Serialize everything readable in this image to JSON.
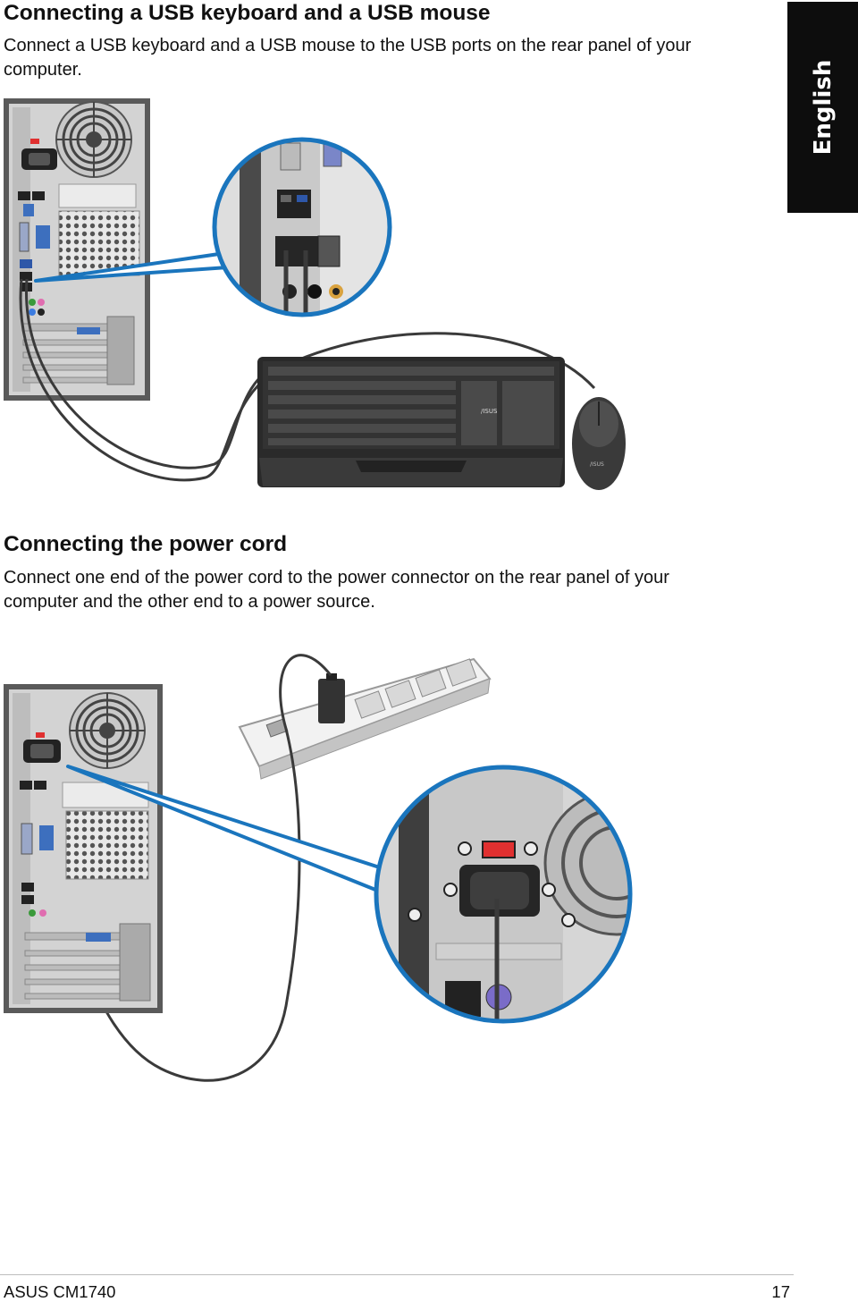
{
  "section1": {
    "heading": "Connecting a USB keyboard and a USB mouse",
    "body": "Connect a USB keyboard and a USB mouse to the USB ports on the rear panel of your computer."
  },
  "section2": {
    "heading": "Connecting the power cord",
    "body": "Connect one end of the power cord to the power connector on the rear panel of your computer and the other end to a power source."
  },
  "language_tab": "English",
  "keyboard_logo": "/ISUS",
  "mouse_logo": "/ISUS",
  "footer": {
    "product": "ASUS CM1740",
    "page_number": "17"
  },
  "colors": {
    "callout_blue": "#1a75bd",
    "tab_black": "#0d0d0d",
    "power_switch_red": "#e03030"
  }
}
